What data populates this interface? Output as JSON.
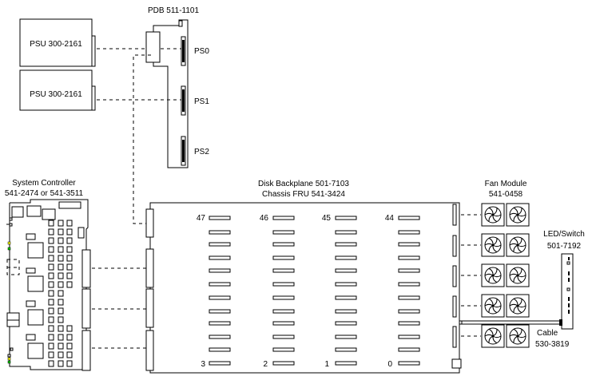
{
  "title": "Server Chassis FRU Interconnect Diagram",
  "psus": [
    {
      "label": "PSU 300-2161"
    },
    {
      "label": "PSU 300-2161"
    }
  ],
  "pdb": {
    "label": "PDB 511-1101",
    "ports": [
      "PS0",
      "PS1",
      "PS2"
    ]
  },
  "system_controller": {
    "label_line1": "System Controller",
    "label_line2": "541-2474  or  541-3511",
    "status_led_colors": [
      "#ffff00",
      "#00cc00"
    ]
  },
  "disk_backplane": {
    "label_line1": "Disk Backplane 501-7103",
    "label_line2": "Chassis FRU 541-3424",
    "top_slot_labels": [
      "47",
      "46",
      "45",
      "44"
    ],
    "bottom_slot_labels": [
      "3",
      "2",
      "1",
      "0"
    ],
    "slot_rows": 12,
    "slot_columns": 4
  },
  "fan_module": {
    "label_line1": "Fan Module",
    "label_line2": "541-0458",
    "fan_pairs": 5
  },
  "led_switch": {
    "label_line1": "LED/Switch",
    "label_line2": "501-7192"
  },
  "cable": {
    "label_line1": "Cable",
    "label_line2": "530-3819"
  }
}
